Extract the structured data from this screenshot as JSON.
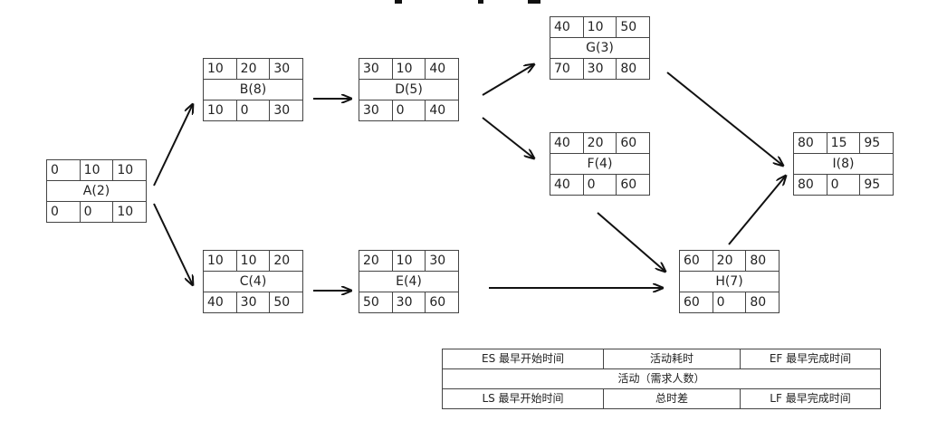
{
  "nodes": {
    "A": {
      "es": "0",
      "dur": "10",
      "ef": "10",
      "label": "A(2)",
      "ls": "0",
      "tf": "0",
      "lf": "10"
    },
    "B": {
      "es": "10",
      "dur": "20",
      "ef": "30",
      "label": "B(8)",
      "ls": "10",
      "tf": "0",
      "lf": "30"
    },
    "C": {
      "es": "10",
      "dur": "10",
      "ef": "20",
      "label": "C(4)",
      "ls": "40",
      "tf": "30",
      "lf": "50"
    },
    "D": {
      "es": "30",
      "dur": "10",
      "ef": "40",
      "label": "D(5)",
      "ls": "30",
      "tf": "0",
      "lf": "40"
    },
    "E": {
      "es": "20",
      "dur": "10",
      "ef": "30",
      "label": "E(4)",
      "ls": "50",
      "tf": "30",
      "lf": "60"
    },
    "G": {
      "es": "40",
      "dur": "10",
      "ef": "50",
      "label": "G(3)",
      "ls": "70",
      "tf": "30",
      "lf": "80"
    },
    "F": {
      "es": "40",
      "dur": "20",
      "ef": "60",
      "label": "F(4)",
      "ls": "40",
      "tf": "0",
      "lf": "60"
    },
    "H": {
      "es": "60",
      "dur": "20",
      "ef": "80",
      "label": "H(7)",
      "ls": "60",
      "tf": "0",
      "lf": "80"
    },
    "I": {
      "es": "80",
      "dur": "15",
      "ef": "95",
      "label": "I(8)",
      "ls": "80",
      "tf": "0",
      "lf": "95"
    }
  },
  "legend": {
    "es": "ES 最早开始时间",
    "dur": "活动耗时",
    "ef": "EF 最早完成时间",
    "activity": "活动（需求人数）",
    "ls": "LS 最早开始时间",
    "tf": "总时差",
    "lf": "LF 最早完成时间"
  },
  "edges": [
    [
      "A",
      "B"
    ],
    [
      "A",
      "C"
    ],
    [
      "B",
      "D"
    ],
    [
      "C",
      "E"
    ],
    [
      "D",
      "G"
    ],
    [
      "D",
      "F"
    ],
    [
      "G",
      "I"
    ],
    [
      "F",
      "H"
    ],
    [
      "E",
      "H"
    ],
    [
      "H",
      "I"
    ]
  ]
}
